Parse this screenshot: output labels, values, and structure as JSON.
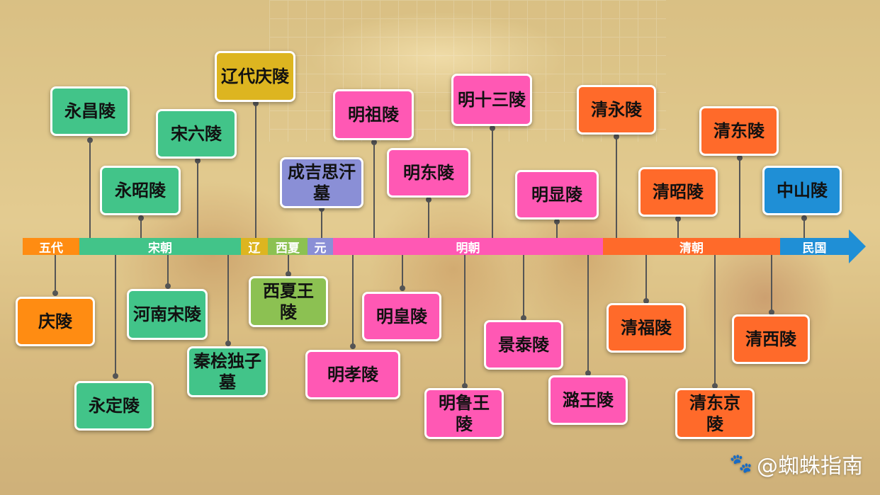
{
  "timeline": {
    "periods": [
      {
        "label": "五代",
        "color": "#ff8c12"
      },
      {
        "label": "宋朝",
        "color": "#42c489"
      },
      {
        "label": "辽",
        "color": "#ddb520"
      },
      {
        "label": "西夏",
        "color": "#8cc152"
      },
      {
        "label": "元",
        "color": "#8a8fd6"
      },
      {
        "label": "明朝",
        "color": "#ff58b4"
      },
      {
        "label": "清朝",
        "color": "#ff6a2a"
      },
      {
        "label": "民国",
        "color": "#1f8fd6"
      }
    ]
  },
  "tombs": {
    "yongchang": "永昌陵",
    "qingling": "庆陵",
    "yongding": "永定陵",
    "yongzhao": "永昭陵",
    "songliu": "宋六陵",
    "henan_song": "河南宋陵",
    "qinhui": "秦桧独子墓",
    "liao_qing": "辽代庆陵",
    "xixia_wang": "西夏王陵",
    "genghis": "成吉思汗墓",
    "mingzu": "明祖陵",
    "mingxiao": "明孝陵",
    "minghuang": "明皇陵",
    "mingdong": "明东陵",
    "mingshisan": "明十三陵",
    "minglu_wang": "明鲁王陵",
    "mingxian": "明显陵",
    "jingtai": "景泰陵",
    "luwang": "潞王陵",
    "qingyong": "清永陵",
    "qingfu": "清福陵",
    "qingzhao": "清昭陵",
    "qingdong": "清东陵",
    "qingdongjing": "清东京陵",
    "qingxi": "清西陵",
    "zhongshan": "中山陵"
  },
  "watermark": "@蜘蛛指南",
  "icons": {
    "watermark": "paw-icon"
  }
}
